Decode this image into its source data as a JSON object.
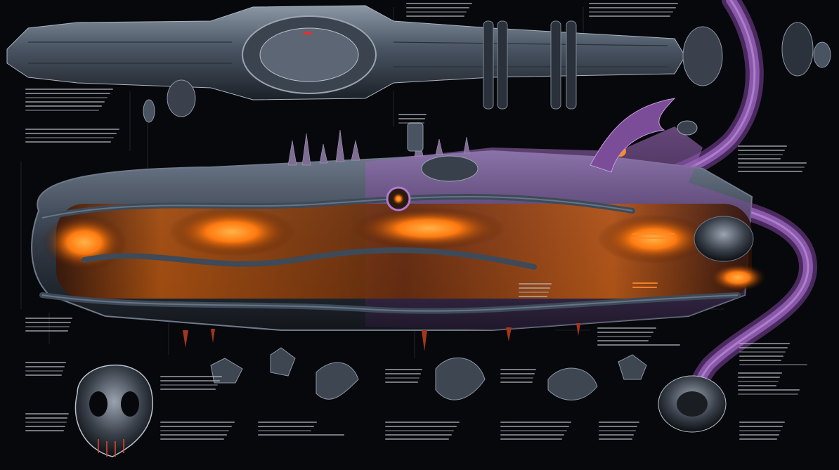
{
  "title": "",
  "palette": {
    "background": "#07080b",
    "hull": "#4a5563",
    "hull_light": "#8c97a6",
    "organic": "#7b4c97",
    "organic_light": "#b07ad0",
    "glow": "#ff8a1e",
    "text": "#b9bec6"
  },
  "annotation_blocks": [
    {
      "id": "note-top-center",
      "lines": 4,
      "accent": false
    },
    {
      "id": "note-top-right",
      "lines": 4,
      "accent": false
    },
    {
      "id": "note-left-upper",
      "lines": 6,
      "accent": false
    },
    {
      "id": "note-left-middle",
      "lines": 4,
      "accent": false
    },
    {
      "id": "note-center-small",
      "lines": 3,
      "accent": false
    },
    {
      "id": "note-right-middle",
      "lines": 7,
      "accent": false
    },
    {
      "id": "note-right-glow",
      "lines": 2,
      "accent": true
    },
    {
      "id": "note-right-glow-2",
      "lines": 2,
      "accent": true
    },
    {
      "id": "note-left-lower",
      "lines": 4,
      "accent": false
    },
    {
      "id": "note-left-lower-2",
      "lines": 4,
      "accent": false
    },
    {
      "id": "note-left-bottom",
      "lines": 5,
      "accent": false
    },
    {
      "id": "note-bottom-1",
      "lines": 5,
      "accent": false
    },
    {
      "id": "note-bottom-2",
      "lines": 4,
      "accent": false
    },
    {
      "id": "note-bottom-3",
      "lines": 5,
      "accent": false
    },
    {
      "id": "note-bottom-4",
      "lines": 5,
      "accent": false
    },
    {
      "id": "note-bottom-5",
      "lines": 5,
      "accent": false
    },
    {
      "id": "note-bottom-6",
      "lines": 5,
      "accent": false
    },
    {
      "id": "note-mid-row-1",
      "lines": 4,
      "accent": false
    },
    {
      "id": "note-mid-row-2",
      "lines": 4,
      "accent": false
    },
    {
      "id": "note-mid-row-3",
      "lines": 4,
      "accent": false
    },
    {
      "id": "note-right-lower",
      "lines": 5,
      "accent": false
    },
    {
      "id": "note-right-bottom",
      "lines": 6,
      "accent": false
    },
    {
      "id": "note-far-right-1",
      "lines": 4,
      "accent": false
    },
    {
      "id": "note-far-right-2",
      "lines": 6,
      "accent": false
    }
  ]
}
